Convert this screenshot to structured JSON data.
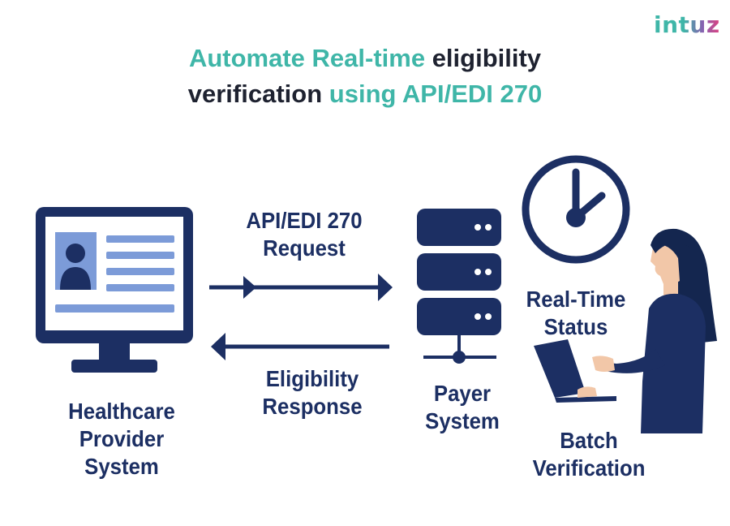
{
  "brand": {
    "logo_text": "intuz",
    "logo_colors": [
      "#3fb6a8",
      "#8a5fb0",
      "#e0417e"
    ]
  },
  "title": {
    "line1_accent": "Automate Real-time",
    "line1_rest": "eligibility",
    "line2_rest": "verification",
    "line2_accent": "using API/EDI 270"
  },
  "labels": {
    "provider_line1": "Healthcare",
    "provider_line2": "Provider System",
    "request_line1": "API/EDI 270",
    "request_line2": "Request",
    "response_line1": "Eligibility",
    "response_line2": "Response",
    "payer_line1": "Payer",
    "payer_line2": "System",
    "realtime_line1": "Real-Time",
    "realtime_line2": "Status",
    "batch_line1": "Batch",
    "batch_line2": "Verification"
  },
  "colors": {
    "navy": "#1c2f63",
    "light_blue": "#7c9bd8",
    "accent_teal": "#3fb6a8"
  },
  "icons": {
    "provider": "computer-monitor-icon",
    "payer": "server-stack-icon",
    "clock": "clock-icon",
    "person": "woman-with-laptop-icon"
  }
}
